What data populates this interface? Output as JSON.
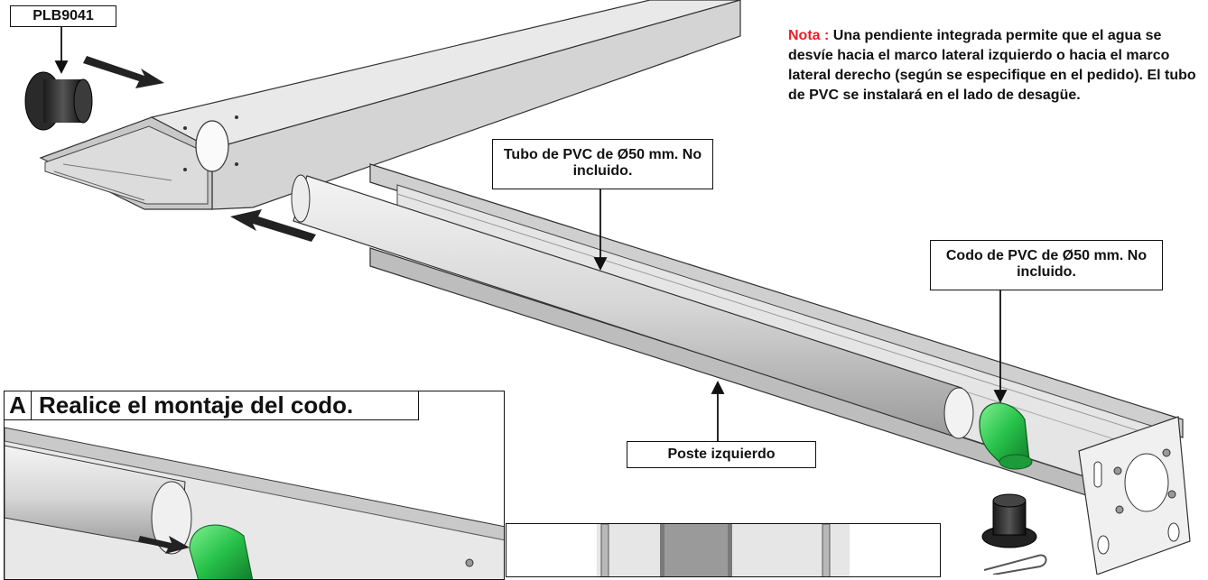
{
  "labels": {
    "part_code": "PLB9041",
    "pvc_tube": "Tubo de PVC de Ø50 mm. No incluido.",
    "pvc_elbow": "Codo de PVC de Ø50 mm. No incluido.",
    "left_post": "Poste izquierdo"
  },
  "note": {
    "prefix": "Nota :",
    "text": "Una pendiente integrada permite que el agua se desvíe hacia el marco lateral izquierdo o hacia el marco lateral derecho (según se especifique en el pedido). El tubo de PVC se instalará en el lado de desagüe."
  },
  "step": {
    "letter": "A",
    "title": "Realice el montaje del codo."
  },
  "colors": {
    "accent_red": "#e8212a",
    "elbow_green": "#27c24a",
    "metal": "#d9d9d9",
    "outline": "#111111"
  }
}
